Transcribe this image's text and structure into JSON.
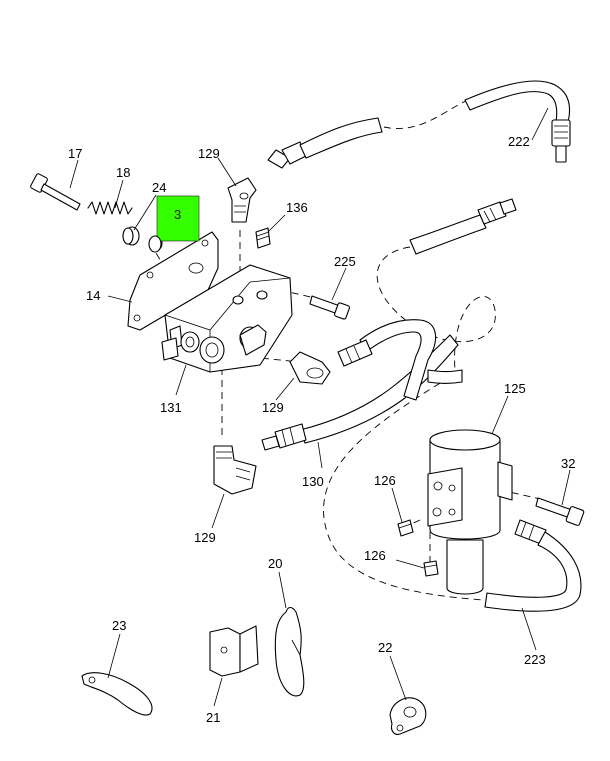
{
  "highlight": {
    "label": "3",
    "color": "#33ff00"
  },
  "callouts": {
    "c17": "17",
    "c18": "18",
    "c24": "24",
    "c14": "14",
    "c129a": "129",
    "c136": "136",
    "c225": "225",
    "c222": "222",
    "c131": "131",
    "c129b": "129",
    "c130": "130",
    "c125": "125",
    "c32": "32",
    "c126a": "126",
    "c126b": "126",
    "c129c": "129",
    "c20": "20",
    "c23": "23",
    "c21": "21",
    "c22": "22",
    "c223": "223"
  }
}
